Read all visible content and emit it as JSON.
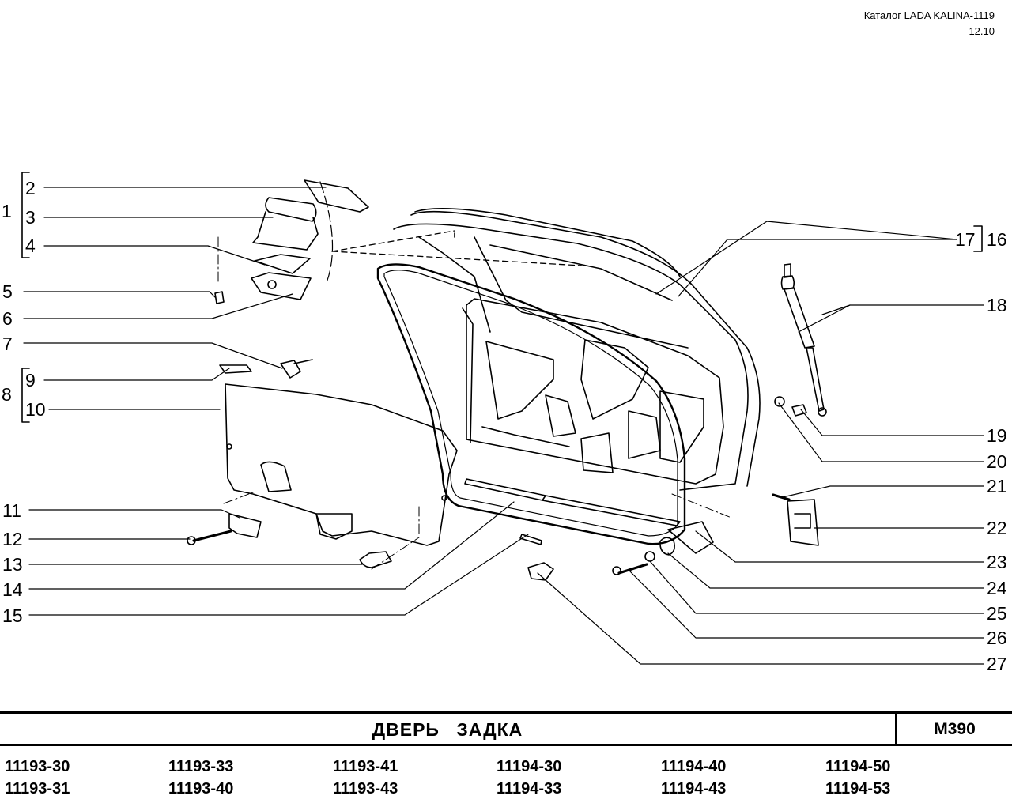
{
  "header": {
    "catalog": "Каталог LADA KALINA-1119",
    "date": "12.10"
  },
  "callouts": [
    "1",
    "2",
    "3",
    "4",
    "5",
    "6",
    "7",
    "8",
    "9",
    "10",
    "11",
    "12",
    "13",
    "14",
    "15",
    "16",
    "17",
    "18",
    "19",
    "20",
    "21",
    "22",
    "23",
    "24",
    "25",
    "26",
    "27"
  ],
  "footer": {
    "title": "ДВЕРЬ ЗАДКА",
    "code": "M390",
    "models": [
      "11193-30",
      "11193-31",
      "11193-33",
      "11193-40",
      "11193-41",
      "11193-43",
      "11194-30",
      "11194-33",
      "11194-40",
      "11194-43",
      "11194-50",
      "11194-53"
    ]
  }
}
